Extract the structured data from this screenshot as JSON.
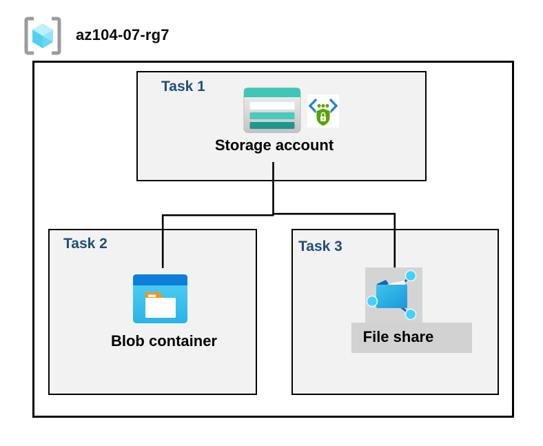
{
  "resource_group": {
    "name": "az104-07-rg7",
    "icon": "resource-group-icon"
  },
  "tasks": [
    {
      "label": "Task 1",
      "caption": "Storage account",
      "icons": [
        "storage-account-icon",
        "secure-api-shield-icon"
      ]
    },
    {
      "label": "Task 2",
      "caption": "Blob container",
      "icons": [
        "blob-container-icon"
      ]
    },
    {
      "label": "Task 3",
      "caption": "File share",
      "icons": [
        "file-share-icon"
      ],
      "highlight": "gray"
    }
  ],
  "colors": {
    "task_label_blue": "#1F4E79",
    "box_fill": "#F2F2F2",
    "box_border": "#000000",
    "connector": "#000000",
    "file_share_highlight": "#D3D3D3",
    "storage_teal": "#3EC6B6",
    "storage_teal_mid": "#4BC9BC",
    "storage_teal_dark": "#20968E",
    "blob_top_blue": "#0D7EDA",
    "blob_body_blue": "#35BCEB",
    "blob_tab_orange": "#F5941F",
    "api_bracket_blue": "#2481D7",
    "api_green": "#57A300",
    "fileshare_blue": "#1D96D8",
    "fileshare_node_cyan": "#41D2F7",
    "fileshare_flap_blue": "#1467B4",
    "rg_bracket_gray": "#9B9B9B",
    "rg_cube_cyan": "#4FD1F3"
  }
}
